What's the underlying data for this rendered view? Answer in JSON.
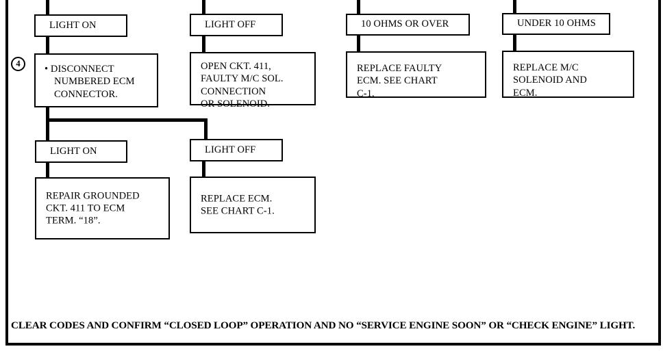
{
  "chart": {
    "title": "ECM / M/C Solenoid Diagnostic Flow Chart (partial)",
    "step_marker": "4",
    "footer_note": "CLEAR CODES AND CONFIRM “CLOSED LOOP” OPERATION AND NO “SERVICE ENGINE SOON” OR “CHECK ENGINE” LIGHT.",
    "nodes": {
      "row1": {
        "col1_condition": "LIGHT ON",
        "col1_action": "• DISCONNECT\nNUMBERED ECM\nCONNECTOR.",
        "col2_condition": "LIGHT OFF",
        "col2_action": "OPEN CKT. 411,\nFAULTY M/C SOL.\nCONNECTION\nOR SOLENOID.",
        "col3_condition": "10 OHMS OR OVER",
        "col3_action": "REPLACE FAULTY\nECM. SEE CHART\nC-1.",
        "col4_condition": "UNDER 10 OHMS",
        "col4_action": "REPLACE M/C\nSOLENOID AND\nECM."
      },
      "row2": {
        "col1_condition": "LIGHT ON",
        "col1_action": "REPAIR GROUNDED\nCKT. 411 TO ECM\nTERM. “18”.",
        "col2_condition": "LIGHT OFF",
        "col2_action": "REPLACE ECM.\nSEE CHART C-1."
      }
    },
    "colors": {
      "ink": "#000000",
      "paper": "#ffffff"
    }
  }
}
